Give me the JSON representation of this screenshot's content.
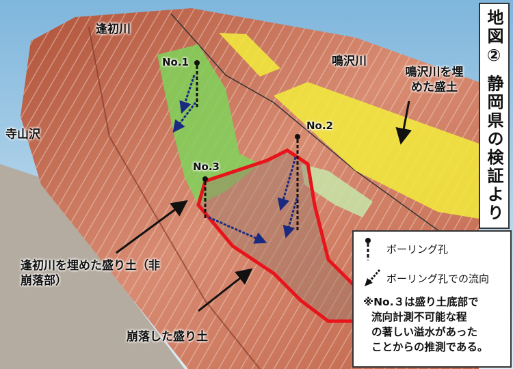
{
  "title": "地図② 静岡県の検証より",
  "labels": {
    "river_aisome": "逢初川",
    "river_narusawa": "鳴沢川",
    "river_terayama": "寺山沢",
    "fill_narusawa": "鳴沢川を埋めた盛土",
    "fill_noncollapsed": "逢初川を埋めた盛り土（非崩落部）",
    "fill_collapsed": "崩落した盛り土",
    "no1": "No.1",
    "no2": "No.2",
    "no3": "No.3"
  },
  "legend": {
    "boring_hole": "ボーリング孔",
    "flow_direction": "ボーリング孔での流向",
    "note_lines": [
      "※No.３は盛り土底部で",
      "流向計測不可能な程",
      "の著しい溢水があった",
      "ことからの推測である。"
    ]
  },
  "colors": {
    "terrain": "#c86a4e",
    "fill_green": "#7fd35a",
    "fill_yellow": "#f2ec3c",
    "collapse_outline": "#e8141c"
  }
}
